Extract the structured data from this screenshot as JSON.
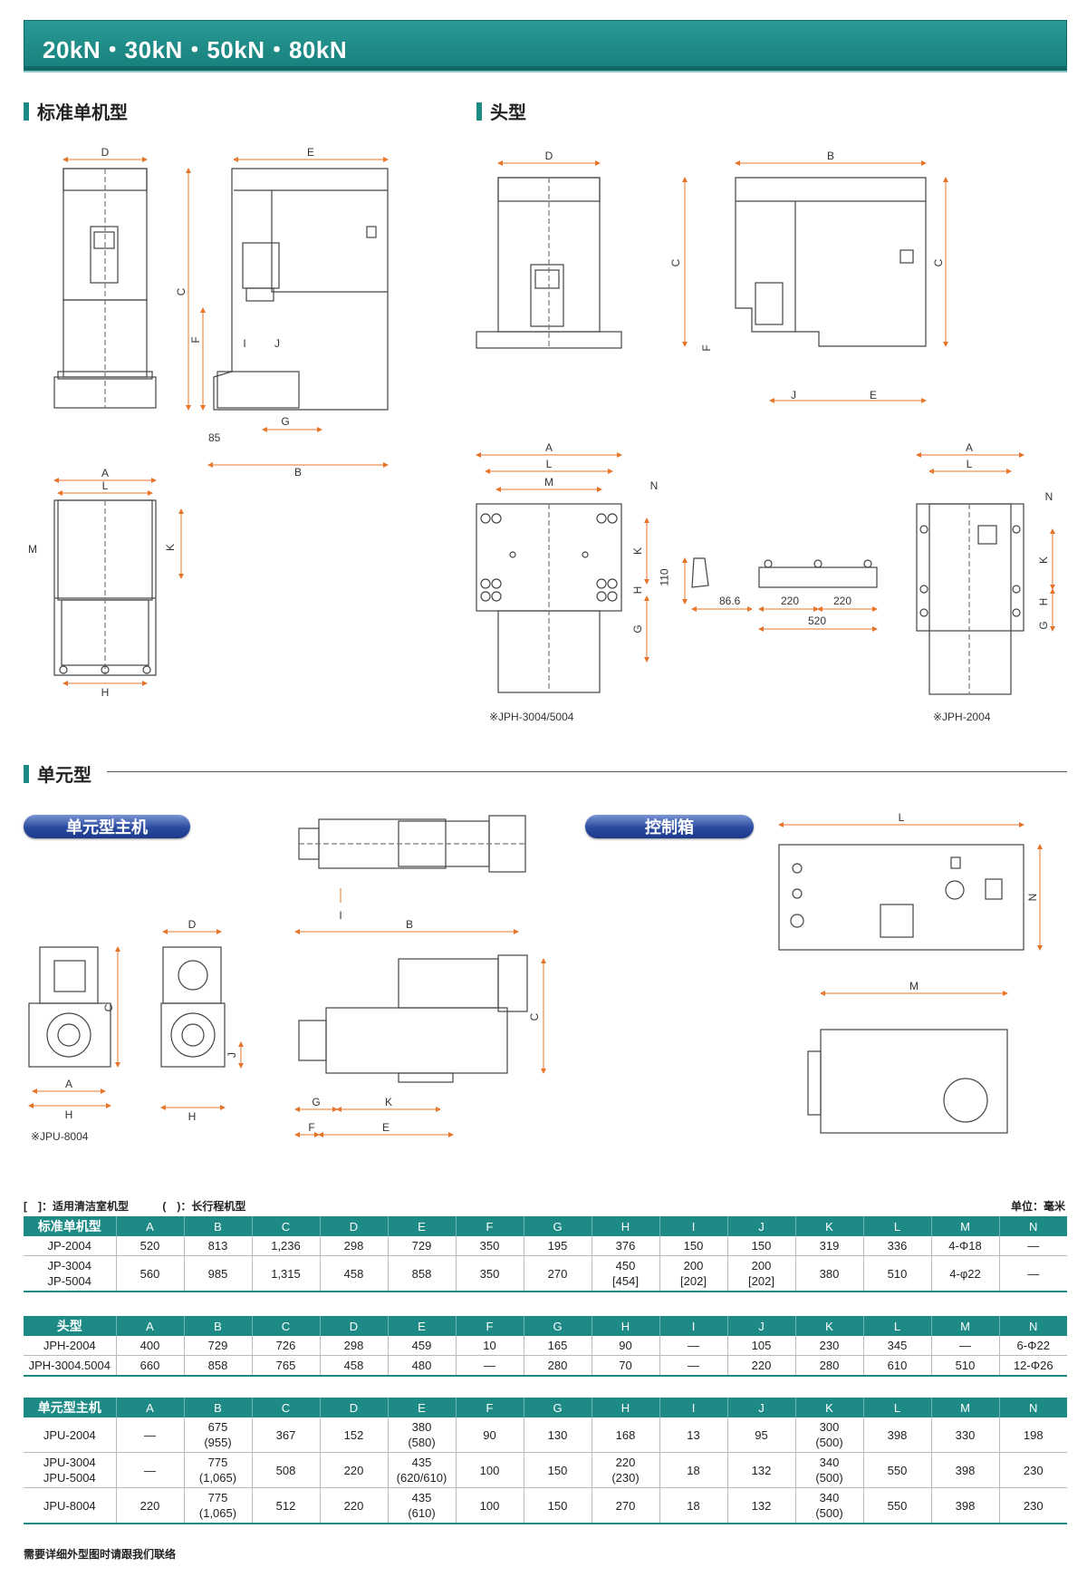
{
  "banner": {
    "title": "20kN・30kN・50kN・80kN"
  },
  "sections": {
    "standard": "标准单机型",
    "head": "头型",
    "unit": "单元型"
  },
  "pills": {
    "unit_main": "单元型主机",
    "control_box": "控制箱"
  },
  "captions": {
    "jph3004": "※JPH-3004/5004",
    "jph2004": "※JPH-2004",
    "jpu8004": "※JPU-8004"
  },
  "dims": {
    "d85": "85",
    "d110": "110",
    "d86_6": "86.6",
    "d220a": "220",
    "d220b": "220",
    "d520": "520"
  },
  "legend": {
    "clean": "[　]：适用清洁室机型",
    "long": "(　)：长行程机型",
    "unit": "单位：毫米"
  },
  "tables": {
    "columns": [
      "A",
      "B",
      "C",
      "D",
      "E",
      "F",
      "G",
      "H",
      "I",
      "J",
      "K",
      "L",
      "M",
      "N"
    ],
    "standard": {
      "title": "标准单机型",
      "rows": [
        {
          "model": "JP-2004",
          "cells": [
            "520",
            "813",
            "1,236",
            "298",
            "729",
            "350",
            "195",
            "376",
            "150",
            "150",
            "319",
            "336",
            "4-Φ18",
            "—"
          ]
        },
        {
          "model": "JP-3004\nJP-5004",
          "cells": [
            "560",
            "985",
            "1,315",
            "458",
            "858",
            "350",
            "270",
            "450\n[454]",
            "200\n[202]",
            "200\n[202]",
            "380",
            "510",
            "4-φ22",
            "—"
          ]
        }
      ]
    },
    "head": {
      "title": "头型",
      "rows": [
        {
          "model": "JPH-2004",
          "cells": [
            "400",
            "729",
            "726",
            "298",
            "459",
            "10",
            "165",
            "90",
            "—",
            "105",
            "230",
            "345",
            "—",
            "6-Φ22"
          ]
        },
        {
          "model": "JPH-3004.5004",
          "cells": [
            "660",
            "858",
            "765",
            "458",
            "480",
            "—",
            "280",
            "70",
            "—",
            "220",
            "280",
            "610",
            "510",
            "12-Φ26"
          ]
        }
      ]
    },
    "unit": {
      "title": "单元型主机",
      "rows": [
        {
          "model": "JPU-2004",
          "cells": [
            "—",
            "675\n(955)",
            "367",
            "152",
            "380\n(580)",
            "90",
            "130",
            "168",
            "13",
            "95",
            "300\n(500)",
            "398",
            "330",
            "198"
          ]
        },
        {
          "model": "JPU-3004\nJPU-5004",
          "cells": [
            "—",
            "775\n(1,065)",
            "508",
            "220",
            "435\n(620/610)",
            "100",
            "150",
            "220\n(230)",
            "18",
            "132",
            "340\n(500)",
            "550",
            "398",
            "230"
          ]
        },
        {
          "model": "JPU-8004",
          "cells": [
            "220",
            "775\n(1,065)",
            "512",
            "220",
            "435\n(610)",
            "100",
            "150",
            "270",
            "18",
            "132",
            "340\n(500)",
            "550",
            "398",
            "230"
          ]
        }
      ]
    }
  },
  "footnote": "需要详细外型图时请跟我们联络",
  "colors": {
    "teal": "#1d8a86",
    "dim_orange": "#e8742a",
    "pill_blue": "#2a4aa0"
  }
}
